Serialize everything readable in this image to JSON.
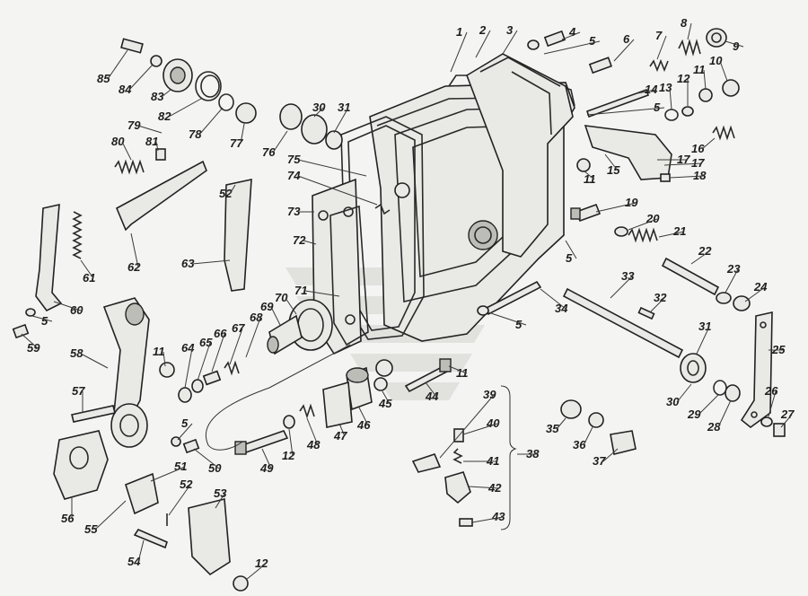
{
  "diagram": {
    "type": "exploded-parts-drawing",
    "callouts": [
      {
        "id": "c1",
        "label": "1"
      },
      {
        "id": "c2",
        "label": "2"
      },
      {
        "id": "c3",
        "label": "3"
      },
      {
        "id": "c4",
        "label": "4"
      },
      {
        "id": "c5a",
        "label": "5"
      },
      {
        "id": "c6",
        "label": "6"
      },
      {
        "id": "c7",
        "label": "7"
      },
      {
        "id": "c8",
        "label": "8"
      },
      {
        "id": "c9",
        "label": "9"
      },
      {
        "id": "c10",
        "label": "10"
      },
      {
        "id": "c11a",
        "label": "11"
      },
      {
        "id": "c12a",
        "label": "12"
      },
      {
        "id": "c13",
        "label": "13"
      },
      {
        "id": "c14",
        "label": "14"
      },
      {
        "id": "c5b",
        "label": "5"
      },
      {
        "id": "c15",
        "label": "15"
      },
      {
        "id": "c11b",
        "label": "11"
      },
      {
        "id": "c16",
        "label": "16"
      },
      {
        "id": "c17a",
        "label": "17"
      },
      {
        "id": "c18",
        "label": "18"
      },
      {
        "id": "c19",
        "label": "19"
      },
      {
        "id": "c20",
        "label": "20"
      },
      {
        "id": "c21",
        "label": "21"
      },
      {
        "id": "c22",
        "label": "22"
      },
      {
        "id": "c5c",
        "label": "5"
      },
      {
        "id": "c23",
        "label": "23"
      },
      {
        "id": "c24",
        "label": "24"
      },
      {
        "id": "c25",
        "label": "25"
      },
      {
        "id": "c26",
        "label": "26"
      },
      {
        "id": "c27",
        "label": "27"
      },
      {
        "id": "c28",
        "label": "28"
      },
      {
        "id": "c29",
        "label": "29"
      },
      {
        "id": "c30a",
        "label": "30"
      },
      {
        "id": "c31a",
        "label": "31"
      },
      {
        "id": "c32",
        "label": "32"
      },
      {
        "id": "c33",
        "label": "33"
      },
      {
        "id": "c34",
        "label": "34"
      },
      {
        "id": "c5d",
        "label": "5"
      },
      {
        "id": "c35",
        "label": "35"
      },
      {
        "id": "c36",
        "label": "36"
      },
      {
        "id": "c37",
        "label": "37"
      },
      {
        "id": "c38",
        "label": "38"
      },
      {
        "id": "c39",
        "label": "39"
      },
      {
        "id": "c40",
        "label": "40"
      },
      {
        "id": "c41",
        "label": "41"
      },
      {
        "id": "c42",
        "label": "42"
      },
      {
        "id": "c43",
        "label": "43"
      },
      {
        "id": "c44",
        "label": "44"
      },
      {
        "id": "c11c",
        "label": "11"
      },
      {
        "id": "c45",
        "label": "45"
      },
      {
        "id": "c46",
        "label": "46"
      },
      {
        "id": "c47",
        "label": "47"
      },
      {
        "id": "c48",
        "label": "48"
      },
      {
        "id": "c12b",
        "label": "12"
      },
      {
        "id": "c49",
        "label": "49"
      },
      {
        "id": "c50",
        "label": "50"
      },
      {
        "id": "c5e",
        "label": "5"
      },
      {
        "id": "c51",
        "label": "51"
      },
      {
        "id": "c52a",
        "label": "52"
      },
      {
        "id": "c53",
        "label": "53"
      },
      {
        "id": "c12c",
        "label": "12"
      },
      {
        "id": "c54",
        "label": "54"
      },
      {
        "id": "c55",
        "label": "55"
      },
      {
        "id": "c56",
        "label": "56"
      },
      {
        "id": "c57",
        "label": "57"
      },
      {
        "id": "c58",
        "label": "58"
      },
      {
        "id": "c59",
        "label": "59"
      },
      {
        "id": "c5f",
        "label": "5"
      },
      {
        "id": "c60",
        "label": "60"
      },
      {
        "id": "c61",
        "label": "61"
      },
      {
        "id": "c62",
        "label": "62"
      },
      {
        "id": "c63",
        "label": "63"
      },
      {
        "id": "c52b",
        "label": "52"
      },
      {
        "id": "c11d",
        "label": "11"
      },
      {
        "id": "c64",
        "label": "64"
      },
      {
        "id": "c65",
        "label": "65"
      },
      {
        "id": "c66",
        "label": "66"
      },
      {
        "id": "c67",
        "label": "67"
      },
      {
        "id": "c68",
        "label": "68"
      },
      {
        "id": "c69",
        "label": "69"
      },
      {
        "id": "c70",
        "label": "70"
      },
      {
        "id": "c71",
        "label": "71"
      },
      {
        "id": "c72",
        "label": "72"
      },
      {
        "id": "c73",
        "label": "73"
      },
      {
        "id": "c74",
        "label": "74"
      },
      {
        "id": "c75",
        "label": "75"
      },
      {
        "id": "c76",
        "label": "76"
      },
      {
        "id": "c30b",
        "label": "30"
      },
      {
        "id": "c31b",
        "label": "31"
      },
      {
        "id": "c77",
        "label": "77"
      },
      {
        "id": "c78",
        "label": "78"
      },
      {
        "id": "c79",
        "label": "79"
      },
      {
        "id": "c80",
        "label": "80"
      },
      {
        "id": "c81",
        "label": "81"
      },
      {
        "id": "c82",
        "label": "82"
      },
      {
        "id": "c83",
        "label": "83"
      },
      {
        "id": "c84",
        "label": "84"
      },
      {
        "id": "c85",
        "label": "85"
      },
      {
        "id": "c17b",
        "label": "17"
      }
    ]
  }
}
